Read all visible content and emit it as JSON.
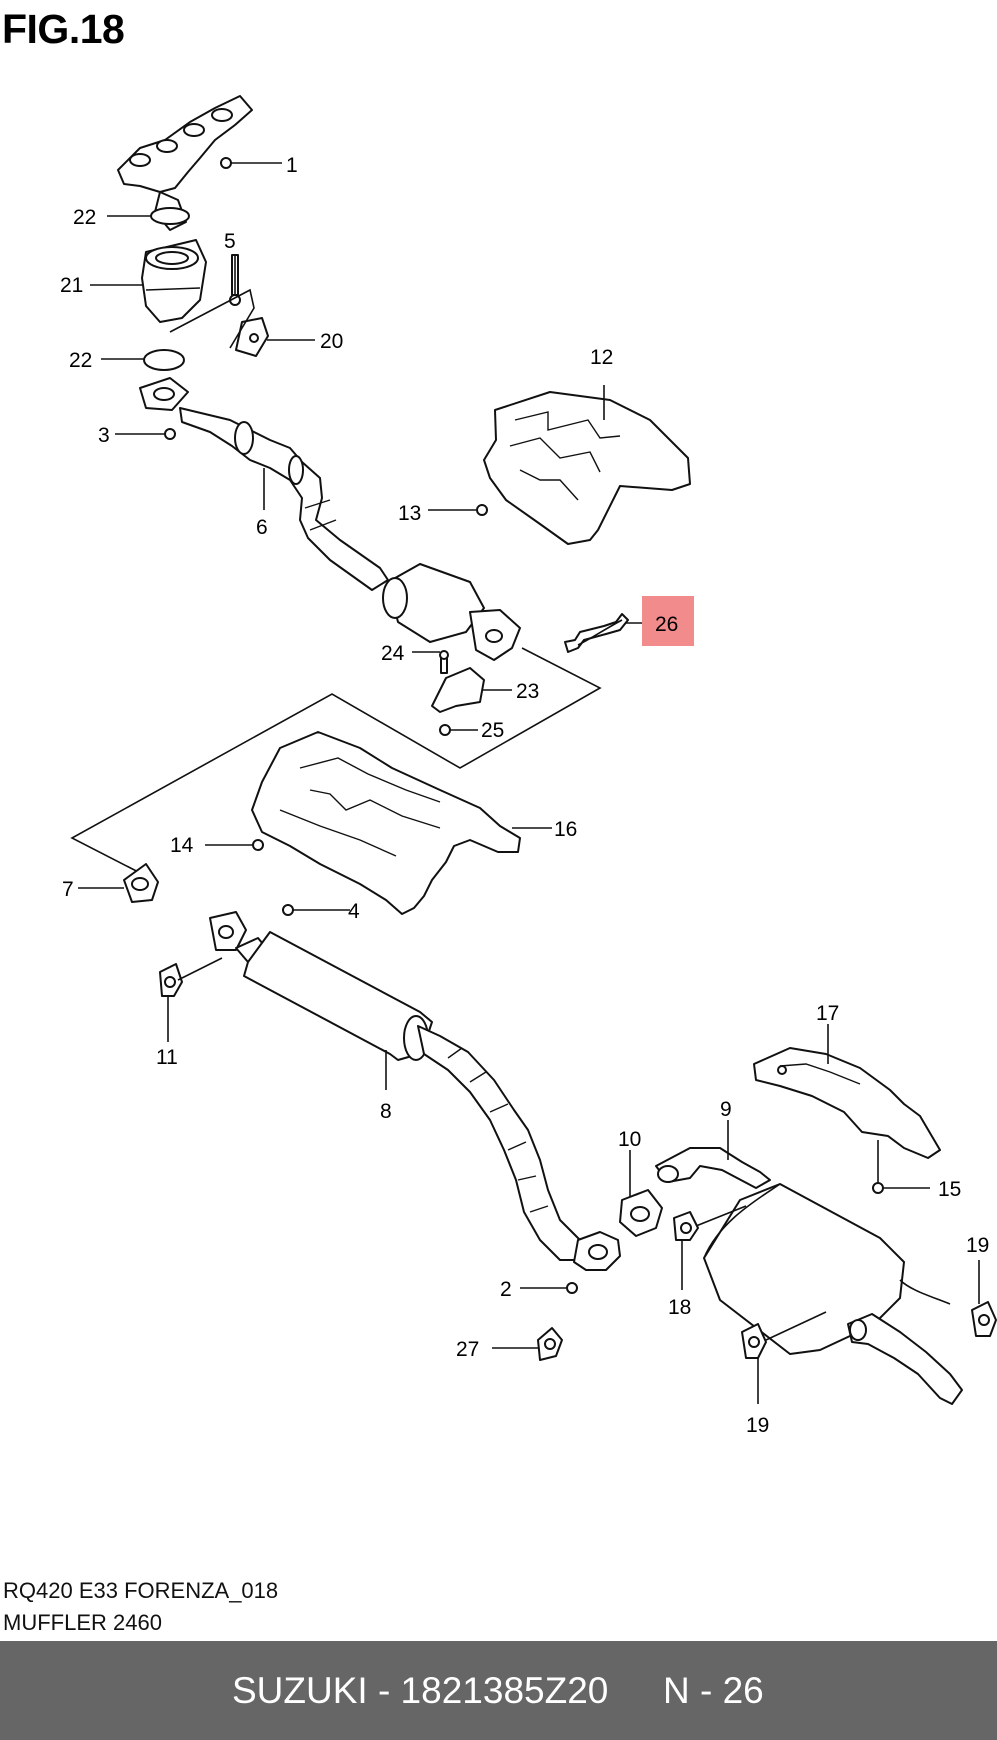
{
  "figure": {
    "title": "FIG.18"
  },
  "callouts": [
    {
      "id": "c1",
      "label": "1"
    },
    {
      "id": "c22a",
      "label": "22"
    },
    {
      "id": "c5",
      "label": "5"
    },
    {
      "id": "c21",
      "label": "21"
    },
    {
      "id": "c20",
      "label": "20"
    },
    {
      "id": "c22b",
      "label": "22"
    },
    {
      "id": "c3",
      "label": "3"
    },
    {
      "id": "c6",
      "label": "6"
    },
    {
      "id": "c12",
      "label": "12"
    },
    {
      "id": "c13",
      "label": "13"
    },
    {
      "id": "c26",
      "label": "26"
    },
    {
      "id": "c24",
      "label": "24"
    },
    {
      "id": "c23",
      "label": "23"
    },
    {
      "id": "c25",
      "label": "25"
    },
    {
      "id": "c14",
      "label": "14"
    },
    {
      "id": "c16",
      "label": "16"
    },
    {
      "id": "c7",
      "label": "7"
    },
    {
      "id": "c4",
      "label": "4"
    },
    {
      "id": "c11",
      "label": "11"
    },
    {
      "id": "c8",
      "label": "8"
    },
    {
      "id": "c17",
      "label": "17"
    },
    {
      "id": "c9",
      "label": "9"
    },
    {
      "id": "c10",
      "label": "10"
    },
    {
      "id": "c15",
      "label": "15"
    },
    {
      "id": "c18",
      "label": "18"
    },
    {
      "id": "c2",
      "label": "2"
    },
    {
      "id": "c19a",
      "label": "19"
    },
    {
      "id": "c19b",
      "label": "19"
    },
    {
      "id": "c27",
      "label": "27"
    }
  ],
  "highlight": {
    "callout": "26",
    "color": "#f28b8b"
  },
  "captions": {
    "model": "RQ420 E33 FORENZA_018",
    "group": "MUFFLER 2460"
  },
  "footer": {
    "part": "SUZUKI - 1821385Z20",
    "ref": "N - 26",
    "background": "#666666"
  }
}
